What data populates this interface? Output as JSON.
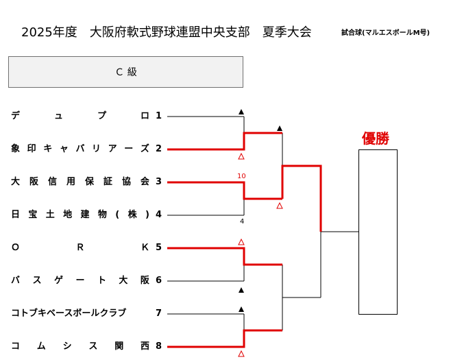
{
  "header": {
    "title": "2025年度　大阪府軟式野球連盟中央支部　夏季大会",
    "ball": "試合球(マルエスボールM号)"
  },
  "class_label": "Ｃ 級",
  "teams": [
    {
      "chars": [
        "デ",
        "ュ",
        "プ",
        "ロ"
      ],
      "num": "1"
    },
    {
      "chars": [
        "象",
        "印",
        "キ",
        "ャ",
        "バ",
        "リ",
        "ア",
        "ー",
        "ズ"
      ],
      "num": "2"
    },
    {
      "chars": [
        "大",
        "阪",
        "信",
        "用",
        "保",
        "証",
        "協",
        "会"
      ],
      "num": "3"
    },
    {
      "chars": [
        "日",
        "宝",
        "土",
        "地",
        "建",
        "物",
        "(",
        "株",
        ")"
      ],
      "num": "4"
    },
    {
      "chars": [
        "Ｏ",
        "Ｒ",
        "Ｋ"
      ],
      "num": "5"
    },
    {
      "chars": [
        "バ",
        "ス",
        "ゲ",
        "ー",
        "ト",
        "大",
        "阪"
      ],
      "num": "6"
    },
    {
      "chars": [
        "コトブキベースボールクラブ"
      ],
      "num": "7"
    },
    {
      "chars": [
        "コ",
        "ム",
        "シ",
        "ス",
        "関",
        "西"
      ],
      "num": "8"
    }
  ],
  "winner_label": "優勝",
  "scores": {
    "s1": "10",
    "s2": "4"
  },
  "colors": {
    "win_line": "#e00000",
    "line": "#000000",
    "triangle_open": "#e00000"
  }
}
